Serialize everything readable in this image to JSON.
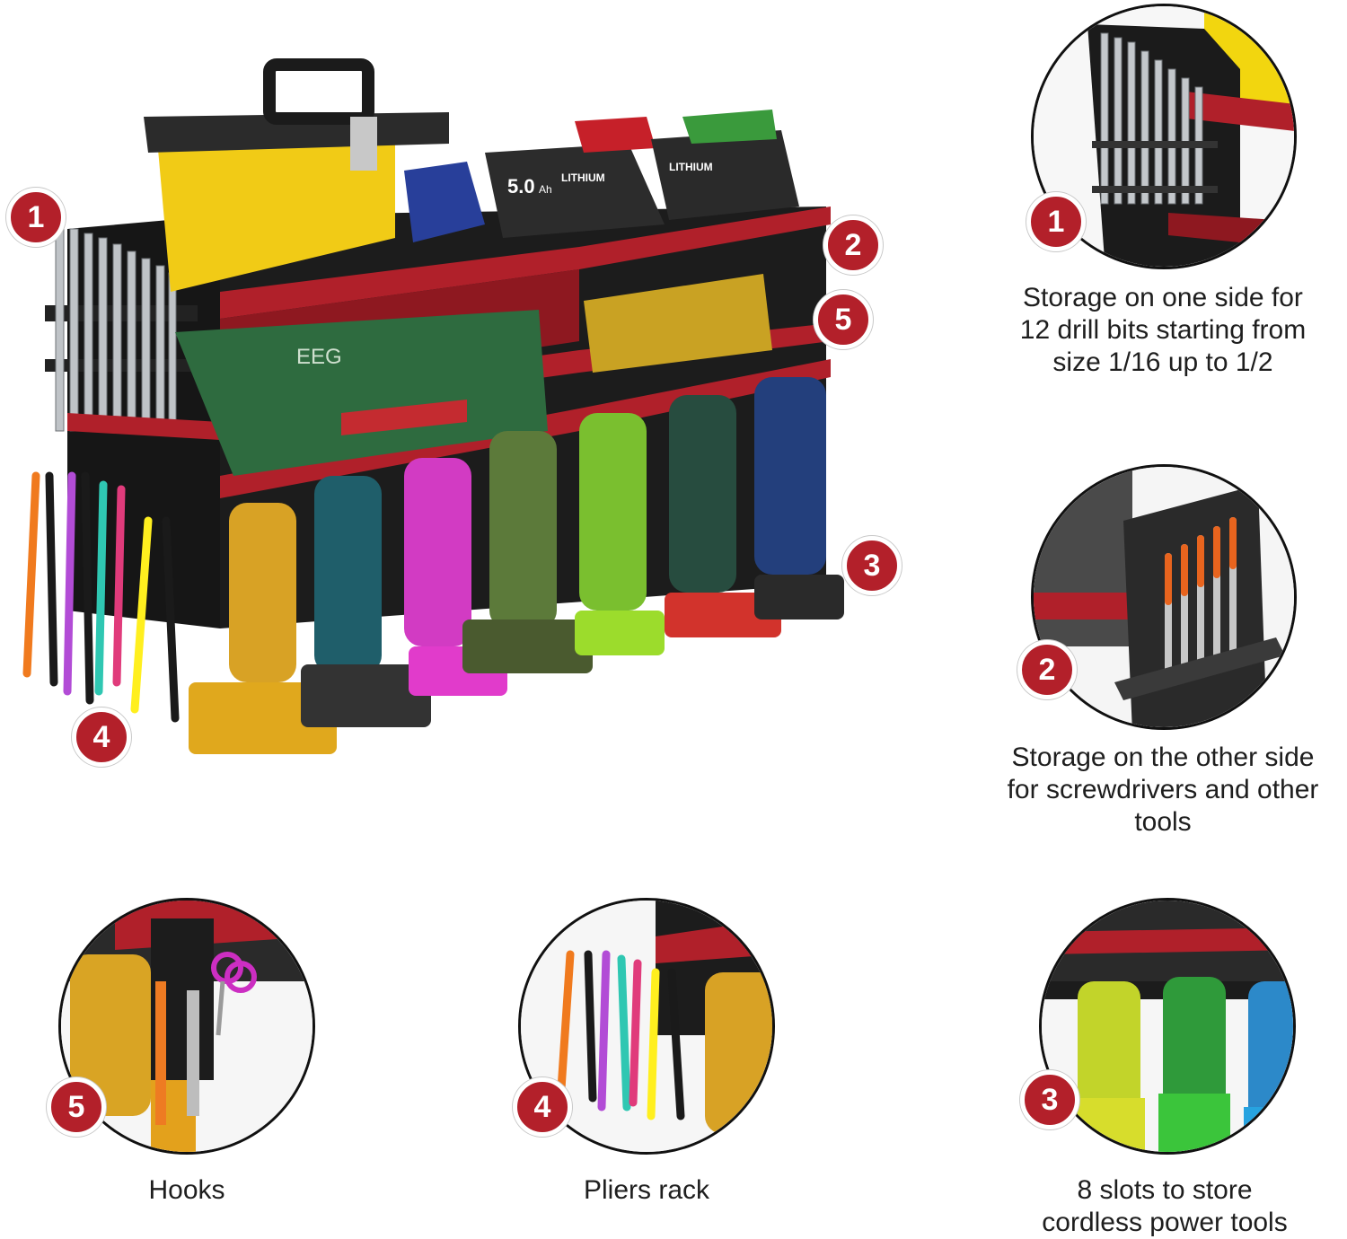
{
  "badges": [
    "1",
    "2",
    "3",
    "4",
    "5"
  ],
  "features": [
    {
      "number": "1",
      "lines": [
        "Storage on one side for",
        "12 drill bits starting from",
        "size 1/16 up to 1/2"
      ]
    },
    {
      "number": "2",
      "lines": [
        "Storage on the other side",
        "for screwdrivers and other",
        "tools"
      ]
    },
    {
      "number": "5",
      "lines": [
        "Hooks"
      ]
    },
    {
      "number": "4",
      "lines": [
        "Pliers rack"
      ]
    },
    {
      "number": "3",
      "lines": [
        "8 slots to store",
        "cordless power tools"
      ]
    }
  ],
  "product_labels": {
    "battery_capacity": "5.0",
    "battery_unit": "Ah",
    "battery_brand_1": "LITHIUM",
    "battery_brand_2": "LITHIUM",
    "case_logo": "EEG"
  },
  "colors": {
    "accent_red": "#b3202a",
    "rack_black": "#1a1a1a",
    "shelf_red": "#b0202a"
  }
}
